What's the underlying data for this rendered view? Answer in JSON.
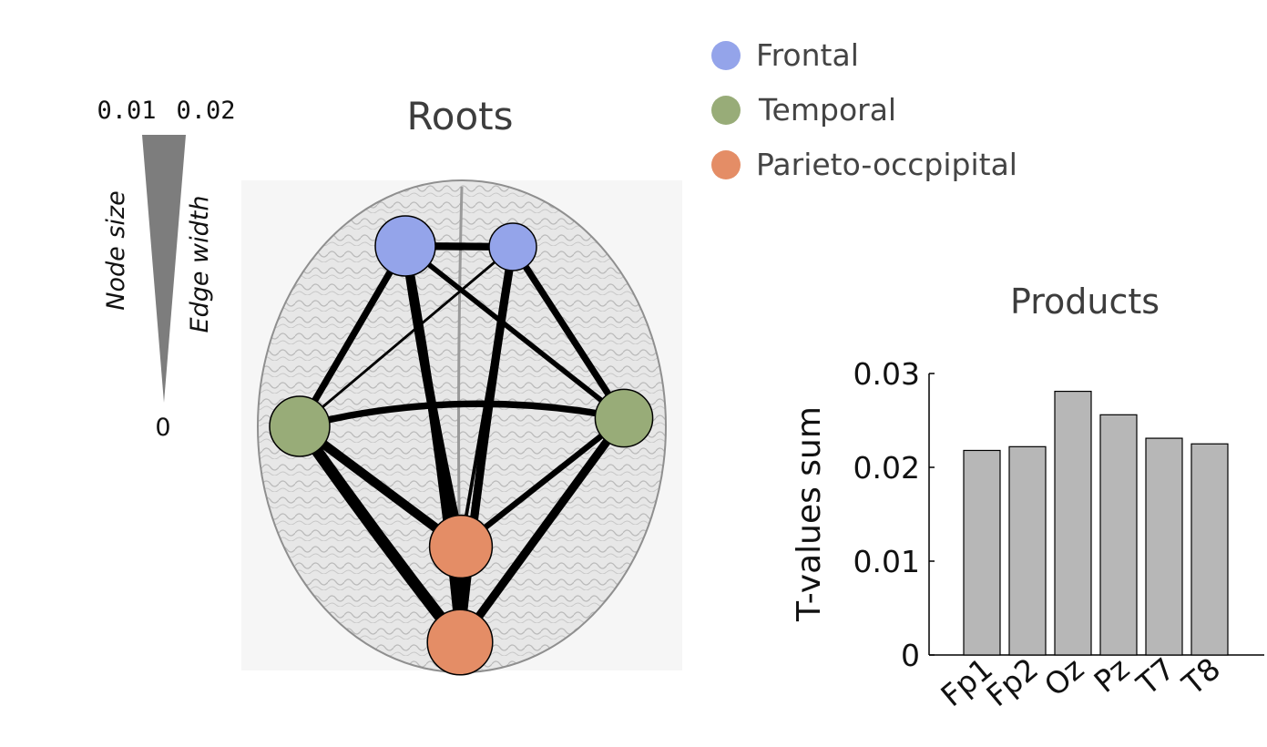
{
  "size_legend": {
    "top_left": "0.01",
    "top_right": "0.02",
    "bottom": "0",
    "node_label": "Node size",
    "edge_label": "Edge width"
  },
  "legend": [
    {
      "label": "Frontal",
      "color": "#94a4ea"
    },
    {
      "label": "Temporal",
      "color": "#98ac78"
    },
    {
      "label": "Parieto-occpipital",
      "color": "#e48d66"
    }
  ],
  "network": {
    "title": "Roots",
    "nodes": [
      {
        "id": "Fp1",
        "region": "Frontal",
        "size": 0.02
      },
      {
        "id": "Fp2",
        "region": "Frontal",
        "size": 0.015
      },
      {
        "id": "T7",
        "region": "Temporal",
        "size": 0.02
      },
      {
        "id": "T8",
        "region": "Temporal",
        "size": 0.019
      },
      {
        "id": "Pz",
        "region": "Parieto-occpipital",
        "size": 0.021
      },
      {
        "id": "Oz",
        "region": "Parieto-occpipital",
        "size": 0.022
      }
    ],
    "edges": [
      {
        "from": "Fp1",
        "to": "Fp2",
        "weight": 0.015
      },
      {
        "from": "Fp1",
        "to": "T7",
        "weight": 0.014
      },
      {
        "from": "Fp1",
        "to": "T8",
        "weight": 0.012
      },
      {
        "from": "Fp1",
        "to": "Pz",
        "weight": 0.017
      },
      {
        "from": "Fp1",
        "to": "Oz",
        "weight": 0.016
      },
      {
        "from": "Fp2",
        "to": "T7",
        "weight": 0.009
      },
      {
        "from": "Fp2",
        "to": "T8",
        "weight": 0.014
      },
      {
        "from": "Fp2",
        "to": "Pz",
        "weight": 0.01
      },
      {
        "from": "Fp2",
        "to": "Oz",
        "weight": 0.016
      },
      {
        "from": "T7",
        "to": "T8",
        "weight": 0.014
      },
      {
        "from": "T7",
        "to": "Pz",
        "weight": 0.017
      },
      {
        "from": "T7",
        "to": "Oz",
        "weight": 0.02
      },
      {
        "from": "T8",
        "to": "Pz",
        "weight": 0.013
      },
      {
        "from": "T8",
        "to": "Oz",
        "weight": 0.016
      },
      {
        "from": "Pz",
        "to": "Oz",
        "weight": 0.02
      }
    ]
  },
  "chart_data": {
    "type": "bar",
    "title": "Products",
    "ylabel": "T-values sum",
    "xlabel": "",
    "categories": [
      "Fp1",
      "Fp2",
      "Oz",
      "Pz",
      "T7",
      "T8"
    ],
    "values": [
      0.0218,
      0.0222,
      0.0281,
      0.0256,
      0.0231,
      0.0225
    ],
    "ylim": [
      0,
      0.03
    ],
    "yticks": [
      "0",
      "0.01",
      "0.02",
      "0.03"
    ],
    "bar_color": "#b7b7b7",
    "grid": false
  }
}
